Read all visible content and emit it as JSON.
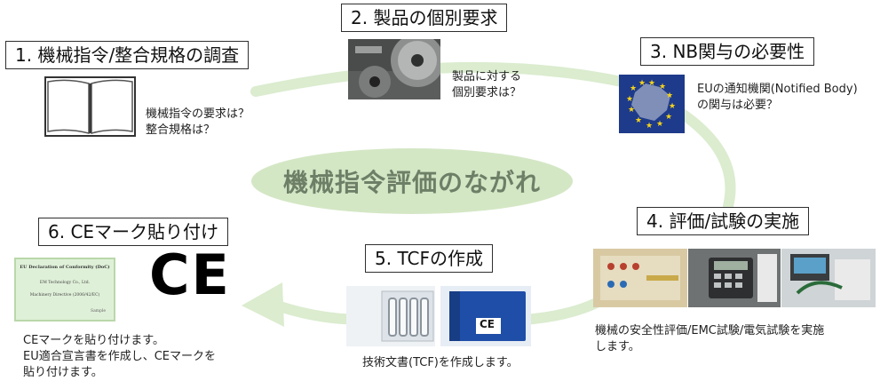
{
  "title": "機械指令評価のながれ",
  "steps": [
    {
      "label": "1. 機械指令/整合規格の調査",
      "caption": [
        "機械指令の要求は？",
        "整合規格は？"
      ]
    },
    {
      "label": "2. 製品の個別要求",
      "caption": [
        "製品に対する",
        "個別要求は？"
      ]
    },
    {
      "label": "3. NB関与の必要性",
      "caption": [
        "EUの通知機関(Notified Body)",
        "の関与は必要？"
      ]
    },
    {
      "label": "4. 評価/試験の実施",
      "caption": [
        "機械の安全性評価/EMC試験/電気試験を実施",
        "します。"
      ]
    },
    {
      "label": "5. TCFの作成",
      "caption": [
        "技術文書(TCF)を作成します。"
      ]
    },
    {
      "label": "6. CEマーク貼り付け",
      "caption": [
        "CEマークを貼り付けます。",
        "EU適合宣言書を作成し、CEマークを",
        "貼り付けます。"
      ]
    }
  ],
  "certificate": {
    "title": "EU Declaration of Conformity (DoC)",
    "company": "EM Technology Co., Ltd.",
    "directive": "Machinery Directive (2006/42/EC)",
    "sample": "Sample"
  },
  "ce_mark": "CE",
  "binder_label": "CE",
  "colors": {
    "flow_arrow": "#dbeccf",
    "center_ellipse": "#d4e7c5",
    "title_text": "#6e7f67",
    "eu_blue": "#27408b",
    "binder_blue": "#1f4ea8"
  },
  "icons": {
    "book": "open-book-icon",
    "gears": "saw-gear-photo",
    "eu_map": "eu-map-photo",
    "tests": "test-equipment-photos",
    "binders": "binders-photo",
    "ce": "ce-mark-icon"
  }
}
